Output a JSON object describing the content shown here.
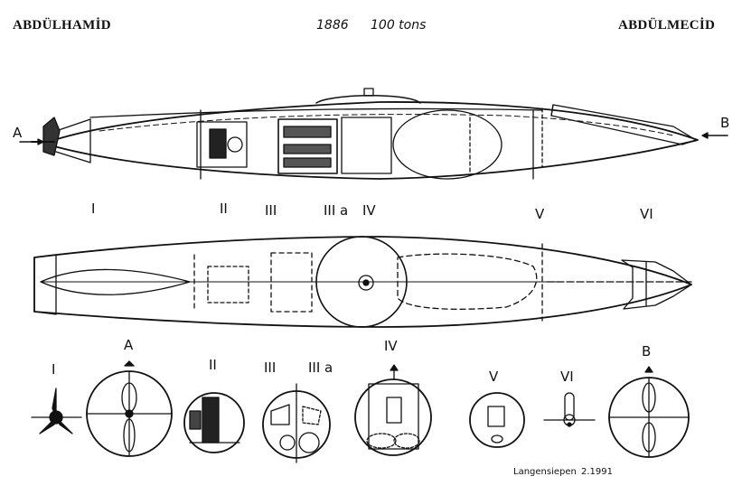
{
  "header": {
    "left_name": "ABDÜLHAMİD",
    "year": "1886",
    "tonnage": "100 tons",
    "right_name": "ABDÜLMECİD"
  },
  "arrows": {
    "a": "A",
    "b": "B"
  },
  "section_markers": {
    "i": "I",
    "ii": "II",
    "iii": "III",
    "iiia": "III a",
    "iv": "IV",
    "v": "V",
    "vi": "VI"
  },
  "cross_sections": {
    "i": "I",
    "a": "A",
    "ii": "II",
    "iii": "III",
    "iiia": "III a",
    "iv": "IV",
    "v": "V",
    "vi": "VI",
    "b": "B"
  },
  "credit": {
    "author": "Langensiepen",
    "date": "2.1991"
  }
}
